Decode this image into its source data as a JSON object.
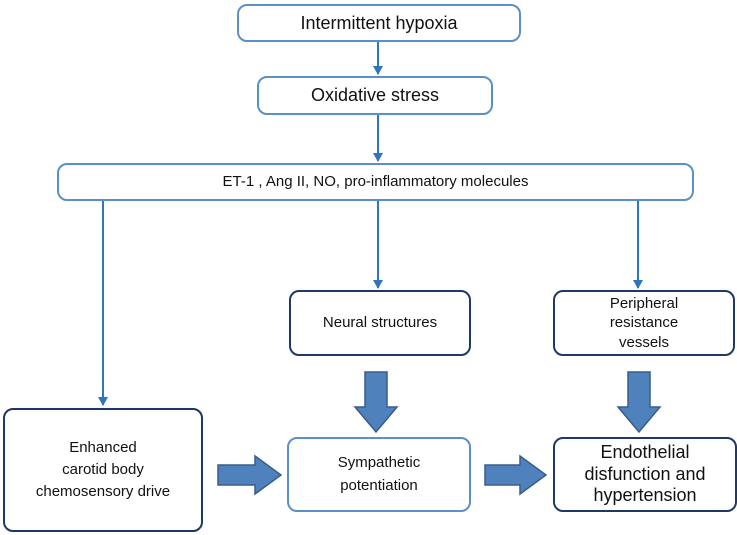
{
  "nodes": {
    "hypoxia": "Intermittent hypoxia",
    "oxidative": "Oxidative stress",
    "molecules": "ET-1 , Ang II,  NO, pro-inflammatory molecules",
    "neural": "Neural structures",
    "peripheral": "Peripheral\nresistance\nvessels",
    "carotid": "Enhanced\ncarotid body\nchemosensory drive",
    "sympathetic": "Sympathetic\npotentiation",
    "endothelial": "Endothelial\ndisfunction and\nhypertension"
  },
  "colors": {
    "thin_arrow": "#2f75c0",
    "block_arrow_fill": "#4f81bd",
    "block_arrow_stroke": "#385d8a",
    "box_border_light": "#5b8fc7",
    "box_border_dark": "#1f3864"
  }
}
